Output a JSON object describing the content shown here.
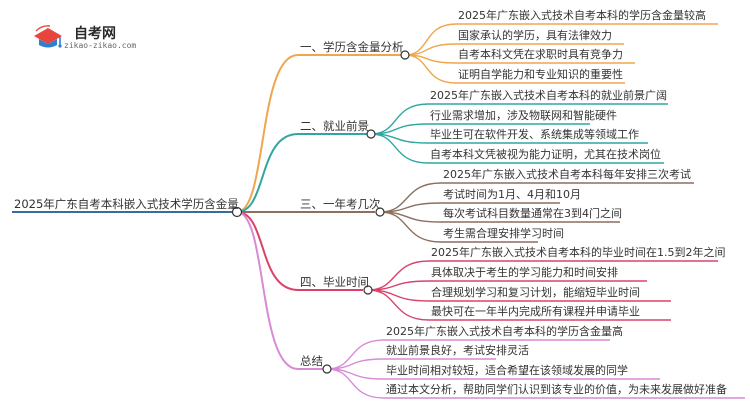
{
  "logo": {
    "title": "自考网",
    "subtitle": "zikao-zikao.com",
    "colors": {
      "red": "#e8453c",
      "blue": "#2f7fd1"
    }
  },
  "root": {
    "label": "2025年广东自考本科嵌入式技术学历含金量",
    "color": "#3b6aa0"
  },
  "branches": [
    {
      "label": "一、学历含金量分析",
      "color": "#f0a64c",
      "leaves": [
        "2025年广东嵌入式技术自考本科的学历含金量较高",
        "国家承认的学历，具有法律效力",
        "自考本科文凭在求职时具有竞争力",
        "证明自学能力和专业知识的重要性"
      ]
    },
    {
      "label": "二、就业前景",
      "color": "#2fa7a0",
      "leaves": [
        "2025年广东嵌入式技术自考本科的就业前景广阔",
        "行业需求增加，涉及物联网和智能硬件",
        "毕业生可在软件开发、系统集成等领域工作",
        "自考本科文凭被视为能力证明，尤其在技术岗位"
      ]
    },
    {
      "label": "三、一年考几次",
      "color": "#8c6f5e",
      "leaves": [
        "2025年广东嵌入式技术自考本科每年安排三次考试",
        "考试时间为1月、4月和10月",
        "每次考试科目数量通常在3到4门之间",
        "考生需合理安排学习时间"
      ]
    },
    {
      "label": "四、毕业时间",
      "color": "#d9436b",
      "leaves": [
        "2025年广东嵌入式技术自考本科的毕业时间在1.5到2年之间",
        "具体取决于考生的学习能力和时间安排",
        "合理规划学习和复习计划，能缩短毕业时间",
        "最快可在一年半内完成所有课程并申请毕业"
      ]
    },
    {
      "label": "总结",
      "color": "#d98ad6",
      "leaves": [
        "2025年广东嵌入式技术自考本科的学历含金量高",
        "就业前景良好，考试安排灵活",
        "毕业时间相对较短，适合希望在该领域发展的同学",
        "通过本文分析，帮助同学们认识到该专业的价值，为未来发展做好准备"
      ]
    }
  ]
}
